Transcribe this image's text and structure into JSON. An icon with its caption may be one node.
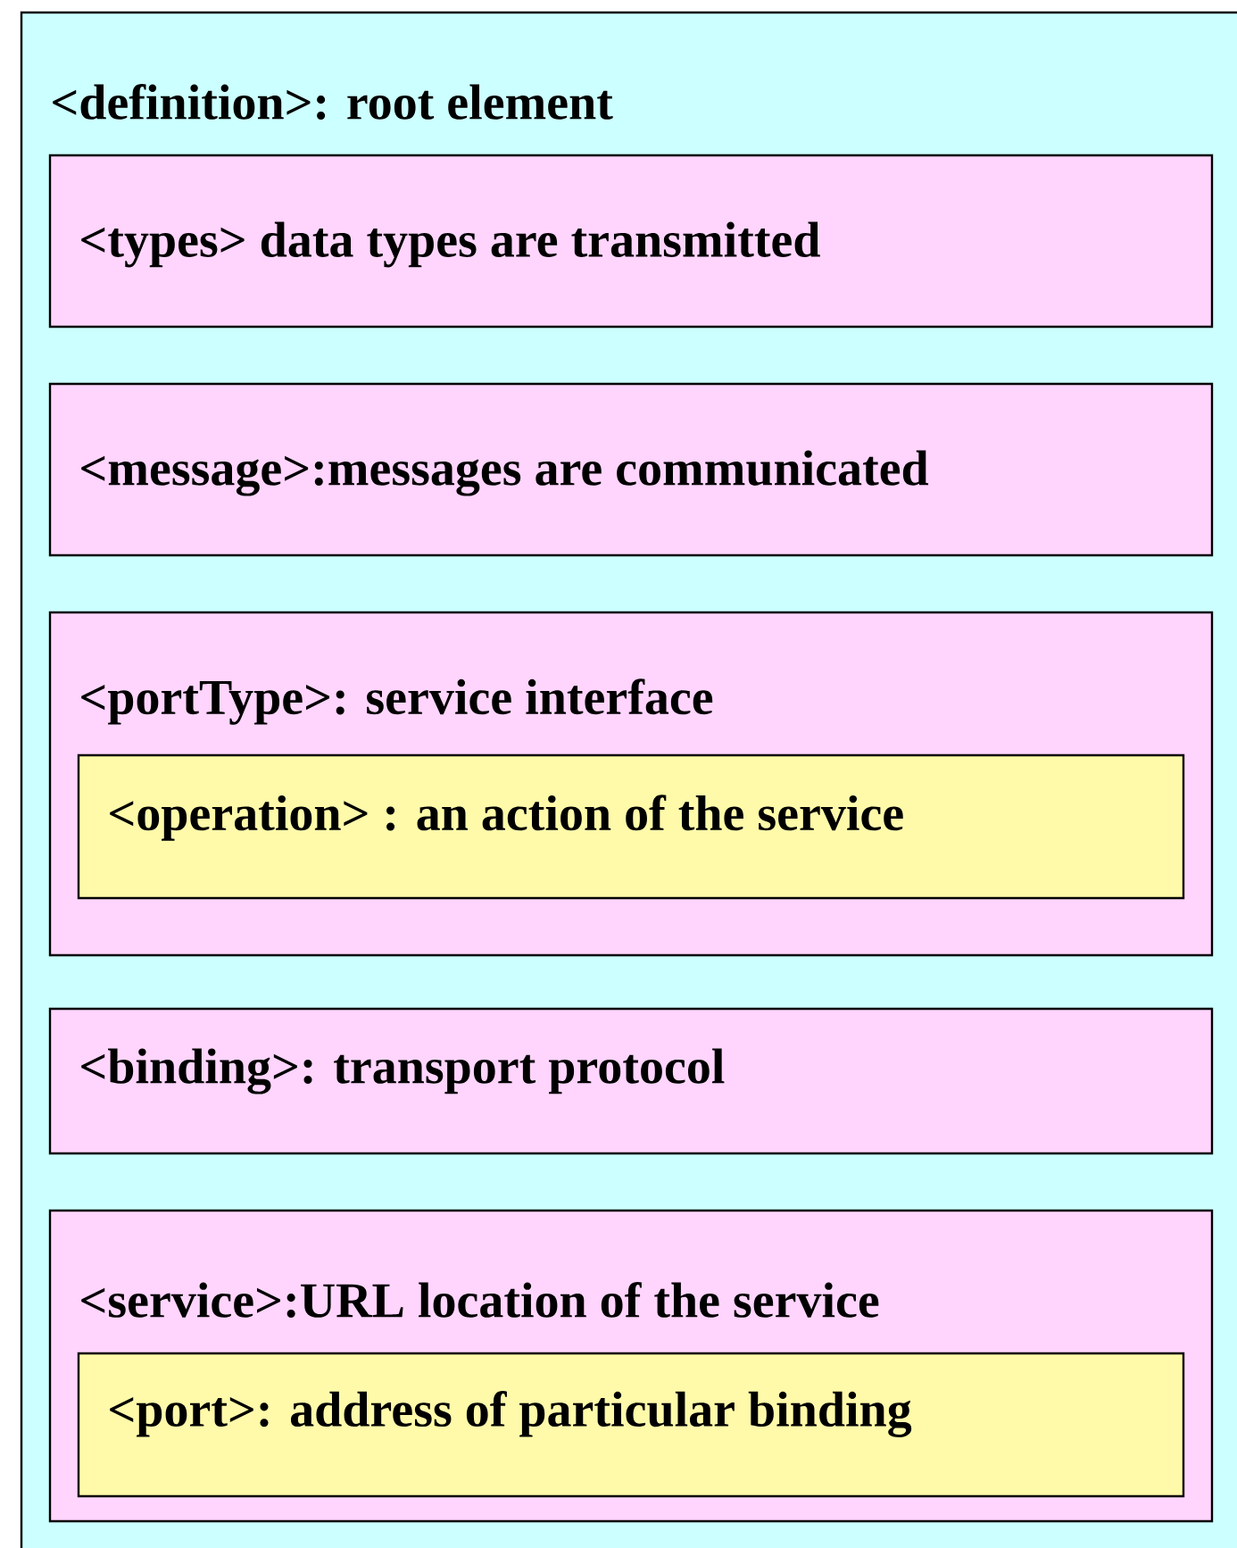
{
  "diagram": {
    "nodes": [
      {
        "text": [
          "<definition>: root element"
        ]
      },
      {
        "text": [
          "<types> data types are transmitted"
        ],
        "in": 0
      },
      {
        "text": [
          "<message>:messages are communicated"
        ],
        "in": 0
      },
      {
        "text": [
          "<portType>:   service interface"
        ],
        "in": 0
      },
      {
        "text": [
          "<operation> : an action of the service"
        ],
        "in": 3
      },
      {
        "text": [
          "<binding>: transport protocol"
        ],
        "in": 0
      },
      {
        "text": [
          "<service>:URL location of the service"
        ],
        "in": 0
      },
      {
        "text": [
          "<port>: address of particular binding"
        ],
        "in": 6
      }
    ]
  }
}
